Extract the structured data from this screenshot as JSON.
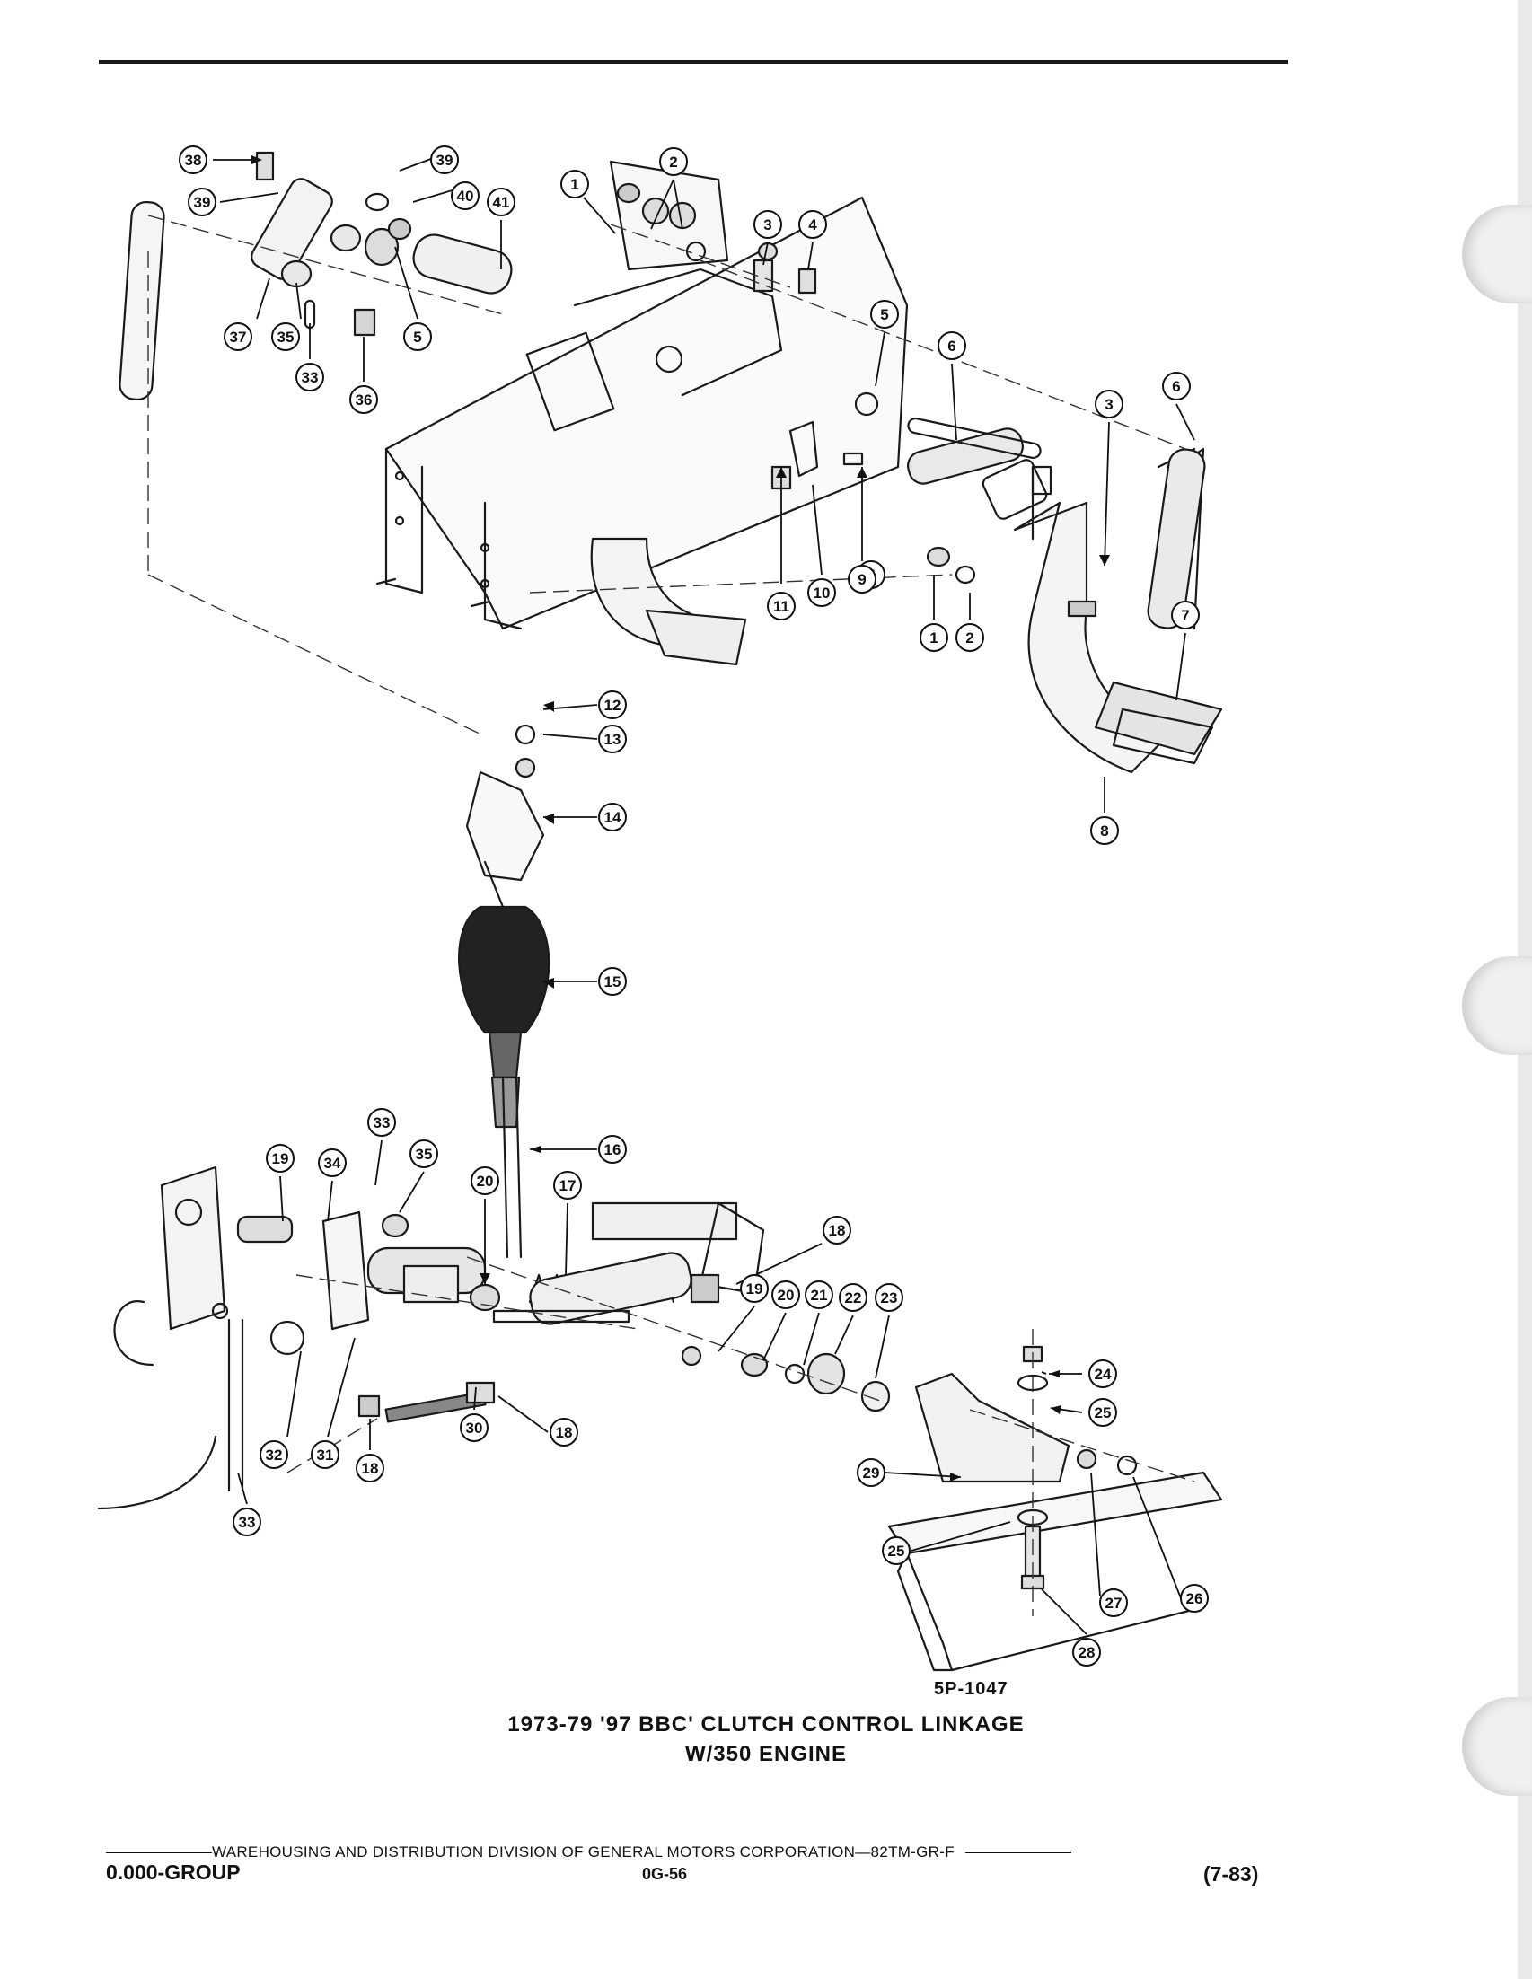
{
  "figure": {
    "number": "5P-1047",
    "title_line1": "1973-79 '97 BBC' CLUTCH CONTROL LINKAGE",
    "title_line2": "W/350 ENGINE"
  },
  "callouts": [
    {
      "n": "1"
    },
    {
      "n": "2"
    },
    {
      "n": "3"
    },
    {
      "n": "4"
    },
    {
      "n": "5"
    },
    {
      "n": "6"
    },
    {
      "n": "3"
    },
    {
      "n": "6"
    },
    {
      "n": "5"
    },
    {
      "n": "11"
    },
    {
      "n": "10"
    },
    {
      "n": "9"
    },
    {
      "n": "1"
    },
    {
      "n": "2"
    },
    {
      "n": "7"
    },
    {
      "n": "8"
    },
    {
      "n": "38"
    },
    {
      "n": "39"
    },
    {
      "n": "39"
    },
    {
      "n": "40"
    },
    {
      "n": "41"
    },
    {
      "n": "37"
    },
    {
      "n": "35"
    },
    {
      "n": "33"
    },
    {
      "n": "36"
    },
    {
      "n": "5"
    },
    {
      "n": "12"
    },
    {
      "n": "13"
    },
    {
      "n": "14"
    },
    {
      "n": "15"
    },
    {
      "n": "16"
    },
    {
      "n": "33"
    },
    {
      "n": "19"
    },
    {
      "n": "34"
    },
    {
      "n": "35"
    },
    {
      "n": "20"
    },
    {
      "n": "17"
    },
    {
      "n": "18"
    },
    {
      "n": "19"
    },
    {
      "n": "20"
    },
    {
      "n": "21"
    },
    {
      "n": "22"
    },
    {
      "n": "23"
    },
    {
      "n": "18"
    },
    {
      "n": "30"
    },
    {
      "n": "18"
    },
    {
      "n": "32"
    },
    {
      "n": "31"
    },
    {
      "n": "33"
    },
    {
      "n": "24"
    },
    {
      "n": "25"
    },
    {
      "n": "29"
    },
    {
      "n": "25"
    },
    {
      "n": "27"
    },
    {
      "n": "26"
    },
    {
      "n": "28"
    }
  ],
  "footer": {
    "org_line": "WAREHOUSING AND DISTRIBUTION DIVISION OF GENERAL MOTORS CORPORATION—82TM-GR-F",
    "group": "0.000-GROUP",
    "page": "0G-56",
    "date": "(7-83)"
  }
}
